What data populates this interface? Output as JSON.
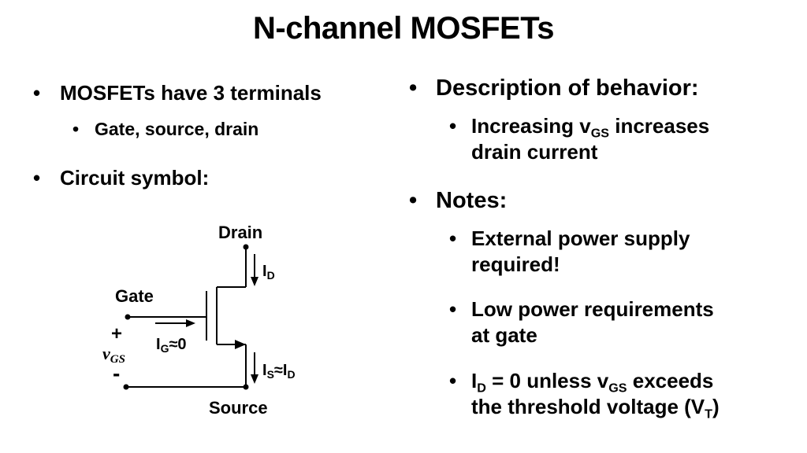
{
  "title": "N-channel MOSFETs",
  "left": {
    "b1": "MOSFETs have 3 terminals",
    "b1_sub": "Gate, source, drain",
    "b2": "Circuit symbol:"
  },
  "right": {
    "b1": "Description of behavior:",
    "b1_sub_pre": "Increasing v",
    "b1_sub_subscript": "GS",
    "b1_sub_post": " increases",
    "b1_sub_line2": "drain current",
    "b2": "Notes:",
    "n1_line1": "External power supply",
    "n1_line2": "required!",
    "n2_line1": "Low power requirements",
    "n2_line2": "at gate",
    "n3_I": "I",
    "n3_D": "D",
    "n3_mid": " = 0 unless v",
    "n3_GS": "GS",
    "n3_post": " exceeds",
    "n3_line2_pre": "the threshold voltage (V",
    "n3_T": "T",
    "n3_close": ")"
  },
  "bullet_char": "•",
  "circuit": {
    "drain": "Drain",
    "gate": "Gate",
    "source": "Source",
    "id_I": "I",
    "id_D": "D",
    "ig_I": "I",
    "ig_G": "G",
    "ig_rest": "≈0",
    "is_I": "I",
    "is_S": "S",
    "is_approx": "≈I",
    "is_D": "D",
    "plus": "+",
    "minus": "-",
    "vgs_v": "v",
    "vgs_GS": "GS"
  }
}
